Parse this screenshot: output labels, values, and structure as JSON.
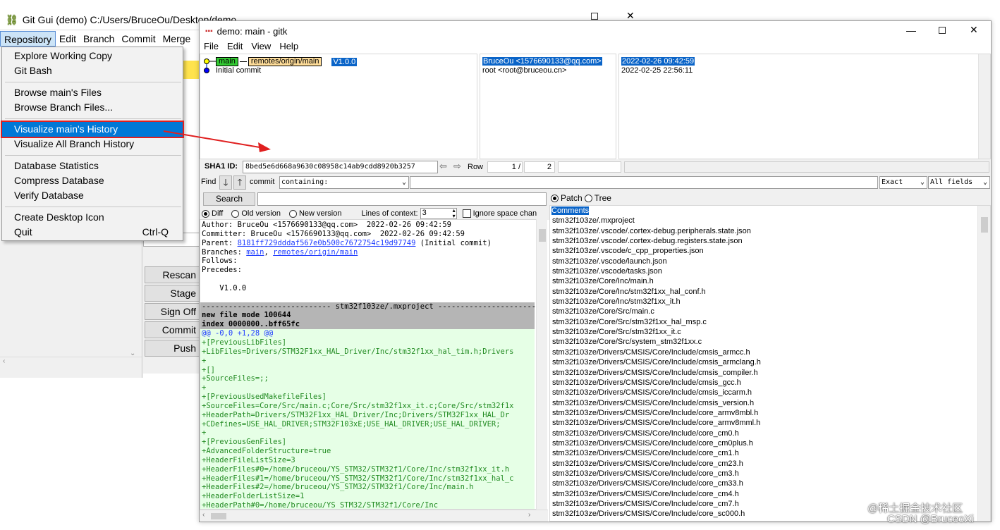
{
  "gitgui": {
    "title": "Git Gui (demo) C:/Users/BruceOu/Desktop/demo",
    "menus": [
      "Repository",
      "Edit",
      "Branch",
      "Commit",
      "Merge"
    ],
    "buttons": {
      "rescan": "Rescan",
      "stage": "Stage Chan",
      "signoff": "Sign Off",
      "commit": "Commit",
      "push": "Push"
    }
  },
  "repo_menu": {
    "explore": "Explore Working Copy",
    "gitbash": "Git Bash",
    "browse_main": "Browse main's Files",
    "browse_branch": "Browse Branch Files...",
    "vis_main": "Visualize main's History",
    "vis_all": "Visualize All Branch History",
    "db_stats": "Database Statistics",
    "compress": "Compress Database",
    "verify": "Verify Database",
    "desktop_icon": "Create Desktop Icon",
    "quit": "Quit",
    "quit_shortcut": "Ctrl-Q"
  },
  "gitk": {
    "title": "demo: main - gitk",
    "menus": [
      "File",
      "Edit",
      "View",
      "Help"
    ],
    "commits": [
      {
        "branch": "main",
        "remote": "remotes/origin/main",
        "tag": "V1.0.0",
        "author": "BruceOu <1576690133@qq.com>",
        "date": "2022-02-26 09:42:59"
      },
      {
        "message": "Initial commit",
        "author": "root <root@bruceou.cn>",
        "date": "2022-02-25 22:56:11"
      }
    ],
    "sha_label": "SHA1 ID:",
    "sha_value": "8bed5e6d668a9630c08958c14ab9cdd8920b3257",
    "row_label": "Row",
    "row_value": "1 /",
    "row_total": "2",
    "find_label": "Find",
    "commit_label": "commit",
    "containing": "containing:",
    "exact": "Exact",
    "all_fields": "All fields",
    "search_btn": "Search",
    "diff_opt": "Diff",
    "old_opt": "Old version",
    "new_opt": "New version",
    "context_label": "Lines of context:",
    "context_value": "3",
    "ignore_space": "Ignore space chan",
    "patch_opt": "Patch",
    "tree_opt": "Tree",
    "comments": "Comments"
  },
  "commit_info": {
    "author": "Author: BruceOu <1576690133@qq.com>  2022-02-26 09:42:59",
    "committer": "Committer: BruceOu <1576690133@qq.com>  2022-02-26 09:42:59",
    "parent_label": "Parent: ",
    "parent_hash": "8181ff729dddaf567e0b500c7672754c19d97749",
    "parent_note": " (Initial commit)",
    "branches_label": "Branches: ",
    "branch1": "main",
    "branch_sep": ", ",
    "branch2": "remotes/origin/main",
    "follows": "Follows:",
    "precedes": "Precedes:",
    "tag": "    V1.0.0"
  },
  "diff": {
    "file_header": "----------------------------- stm32f103ze/.mxproject ----------------------",
    "mode": "new file mode 100644",
    "index": "index 0000000..bff65fc",
    "hunk": "@@ -0,0 +1,28 @@",
    "lines": [
      "+[PreviousLibFiles]",
      "+LibFiles=Drivers/STM32F1xx_HAL_Driver/Inc/stm32f1xx_hal_tim.h;Drivers",
      "+",
      "+[]",
      "+SourceFiles=;;",
      "+",
      "+[PreviousUsedMakefileFiles]",
      "+SourceFiles=Core/Src/main.c;Core/Src/stm32f1xx_it.c;Core/Src/stm32f1x",
      "+HeaderPath=Drivers/STM32F1xx_HAL_Driver/Inc;Drivers/STM32F1xx_HAL_Dr",
      "+CDefines=USE_HAL_DRIVER;STM32F103xE;USE_HAL_DRIVER;USE_HAL_DRIVER;",
      "+",
      "+[PreviousGenFiles]",
      "+AdvancedFolderStructure=true",
      "+HeaderFileListSize=3",
      "+HeaderFiles#0=/home/bruceou/YS_STM32/STM32f1/Core/Inc/stm32f1xx_it.h",
      "+HeaderFiles#1=/home/bruceou/YS_STM32/STM32f1/Core/Inc/stm32f1xx_hal_c",
      "+HeaderFiles#2=/home/bruceou/YS_STM32/STM32f1/Core/Inc/main.h",
      "+HeaderFolderListSize=1",
      "+HeaderPath#0=/home/bruceou/YS_STM32/STM32f1/Core/Inc"
    ]
  },
  "files": [
    "stm32f103ze/.mxproject",
    "stm32f103ze/.vscode/.cortex-debug.peripherals.state.json",
    "stm32f103ze/.vscode/.cortex-debug.registers.state.json",
    "stm32f103ze/.vscode/c_cpp_properties.json",
    "stm32f103ze/.vscode/launch.json",
    "stm32f103ze/.vscode/tasks.json",
    "stm32f103ze/Core/Inc/main.h",
    "stm32f103ze/Core/Inc/stm32f1xx_hal_conf.h",
    "stm32f103ze/Core/Inc/stm32f1xx_it.h",
    "stm32f103ze/Core/Src/main.c",
    "stm32f103ze/Core/Src/stm32f1xx_hal_msp.c",
    "stm32f103ze/Core/Src/stm32f1xx_it.c",
    "stm32f103ze/Core/Src/system_stm32f1xx.c",
    "stm32f103ze/Drivers/CMSIS/Core/Include/cmsis_armcc.h",
    "stm32f103ze/Drivers/CMSIS/Core/Include/cmsis_armclang.h",
    "stm32f103ze/Drivers/CMSIS/Core/Include/cmsis_compiler.h",
    "stm32f103ze/Drivers/CMSIS/Core/Include/cmsis_gcc.h",
    "stm32f103ze/Drivers/CMSIS/Core/Include/cmsis_iccarm.h",
    "stm32f103ze/Drivers/CMSIS/Core/Include/cmsis_version.h",
    "stm32f103ze/Drivers/CMSIS/Core/Include/core_armv8mbl.h",
    "stm32f103ze/Drivers/CMSIS/Core/Include/core_armv8mml.h",
    "stm32f103ze/Drivers/CMSIS/Core/Include/core_cm0.h",
    "stm32f103ze/Drivers/CMSIS/Core/Include/core_cm0plus.h",
    "stm32f103ze/Drivers/CMSIS/Core/Include/core_cm1.h",
    "stm32f103ze/Drivers/CMSIS/Core/Include/core_cm23.h",
    "stm32f103ze/Drivers/CMSIS/Core/Include/core_cm3.h",
    "stm32f103ze/Drivers/CMSIS/Core/Include/core_cm33.h",
    "stm32f103ze/Drivers/CMSIS/Core/Include/core_cm4.h",
    "stm32f103ze/Drivers/CMSIS/Core/Include/core_cm7.h",
    "stm32f103ze/Drivers/CMSIS/Core/Include/core_sc000.h"
  ],
  "watermark": {
    "line1": "@稀土掘金技术社区",
    "line2": "CSDN @BruceoXi"
  },
  "colors": {
    "accent": "#0078d7",
    "highlight": "#0a64c8",
    "arrow": "#e02020",
    "diff_add_bg": "#e6ffe6",
    "diff_add_fg": "#228b22"
  }
}
